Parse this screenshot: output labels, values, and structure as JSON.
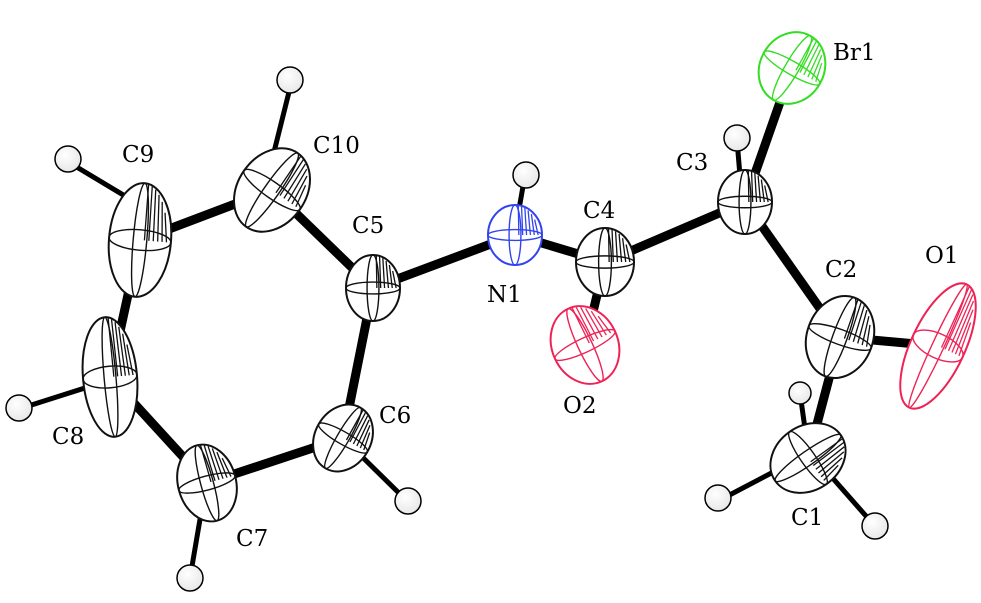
{
  "structure": {
    "atoms": [
      {
        "id": "Br1",
        "label": "Br1",
        "color": "#33dd22"
      },
      {
        "id": "C3",
        "label": "C3",
        "color": "#000000"
      },
      {
        "id": "C2",
        "label": "C2",
        "color": "#000000"
      },
      {
        "id": "O1",
        "label": "O1",
        "color": "#ee2255"
      },
      {
        "id": "C1",
        "label": "C1",
        "color": "#000000"
      },
      {
        "id": "C4",
        "label": "C4",
        "color": "#000000"
      },
      {
        "id": "O2",
        "label": "O2",
        "color": "#ee2255"
      },
      {
        "id": "N1",
        "label": "N1",
        "color": "#3344ee"
      },
      {
        "id": "C5",
        "label": "C5",
        "color": "#000000"
      },
      {
        "id": "C6",
        "label": "C6",
        "color": "#000000"
      },
      {
        "id": "C7",
        "label": "C7",
        "color": "#000000"
      },
      {
        "id": "C8",
        "label": "C8",
        "color": "#000000"
      },
      {
        "id": "C9",
        "label": "C9",
        "color": "#000000"
      },
      {
        "id": "C10",
        "label": "C10",
        "color": "#000000"
      }
    ],
    "bonds": [
      [
        "Br1",
        "C3"
      ],
      [
        "C3",
        "C2"
      ],
      [
        "C3",
        "C4"
      ],
      [
        "C2",
        "O1"
      ],
      [
        "C2",
        "C1"
      ],
      [
        "C4",
        "O2"
      ],
      [
        "C4",
        "N1"
      ],
      [
        "N1",
        "C5"
      ],
      [
        "C5",
        "C6"
      ],
      [
        "C5",
        "C10"
      ],
      [
        "C6",
        "C7"
      ],
      [
        "C7",
        "C8"
      ],
      [
        "C8",
        "C9"
      ],
      [
        "C9",
        "C10"
      ]
    ]
  }
}
